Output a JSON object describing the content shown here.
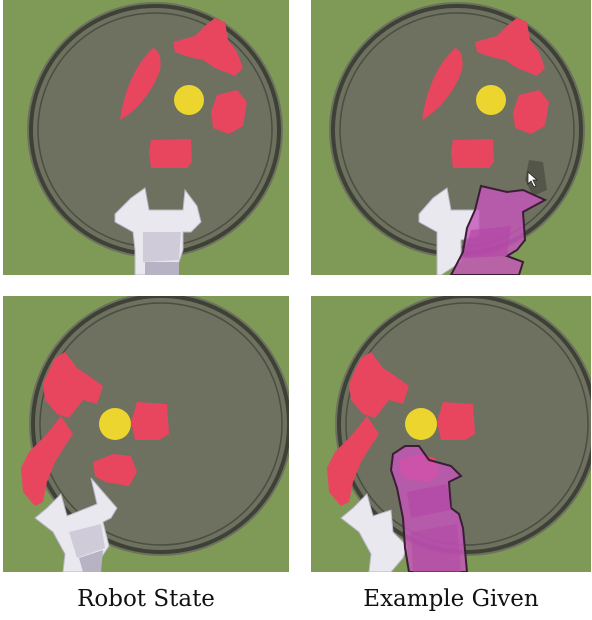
{
  "captions": {
    "left": "Robot State",
    "right": "Example Given"
  },
  "panels": [
    {
      "id": "top-robot-state",
      "column": "left",
      "row": "top"
    },
    {
      "id": "top-example-given",
      "column": "right",
      "row": "top"
    },
    {
      "id": "bottom-robot-state",
      "column": "left",
      "row": "bottom"
    },
    {
      "id": "bottom-example-given",
      "column": "right",
      "row": "bottom"
    }
  ],
  "colors": {
    "background": "#7f9a57",
    "arena": "#6e7160",
    "arena_rim": "#3e4236",
    "red_piece": "#e8455f",
    "yellow_piece": "#ecd52e",
    "robot": "#e8e8ee",
    "overlay": "#c657b9",
    "overlay_outline": "#3b1e36"
  }
}
